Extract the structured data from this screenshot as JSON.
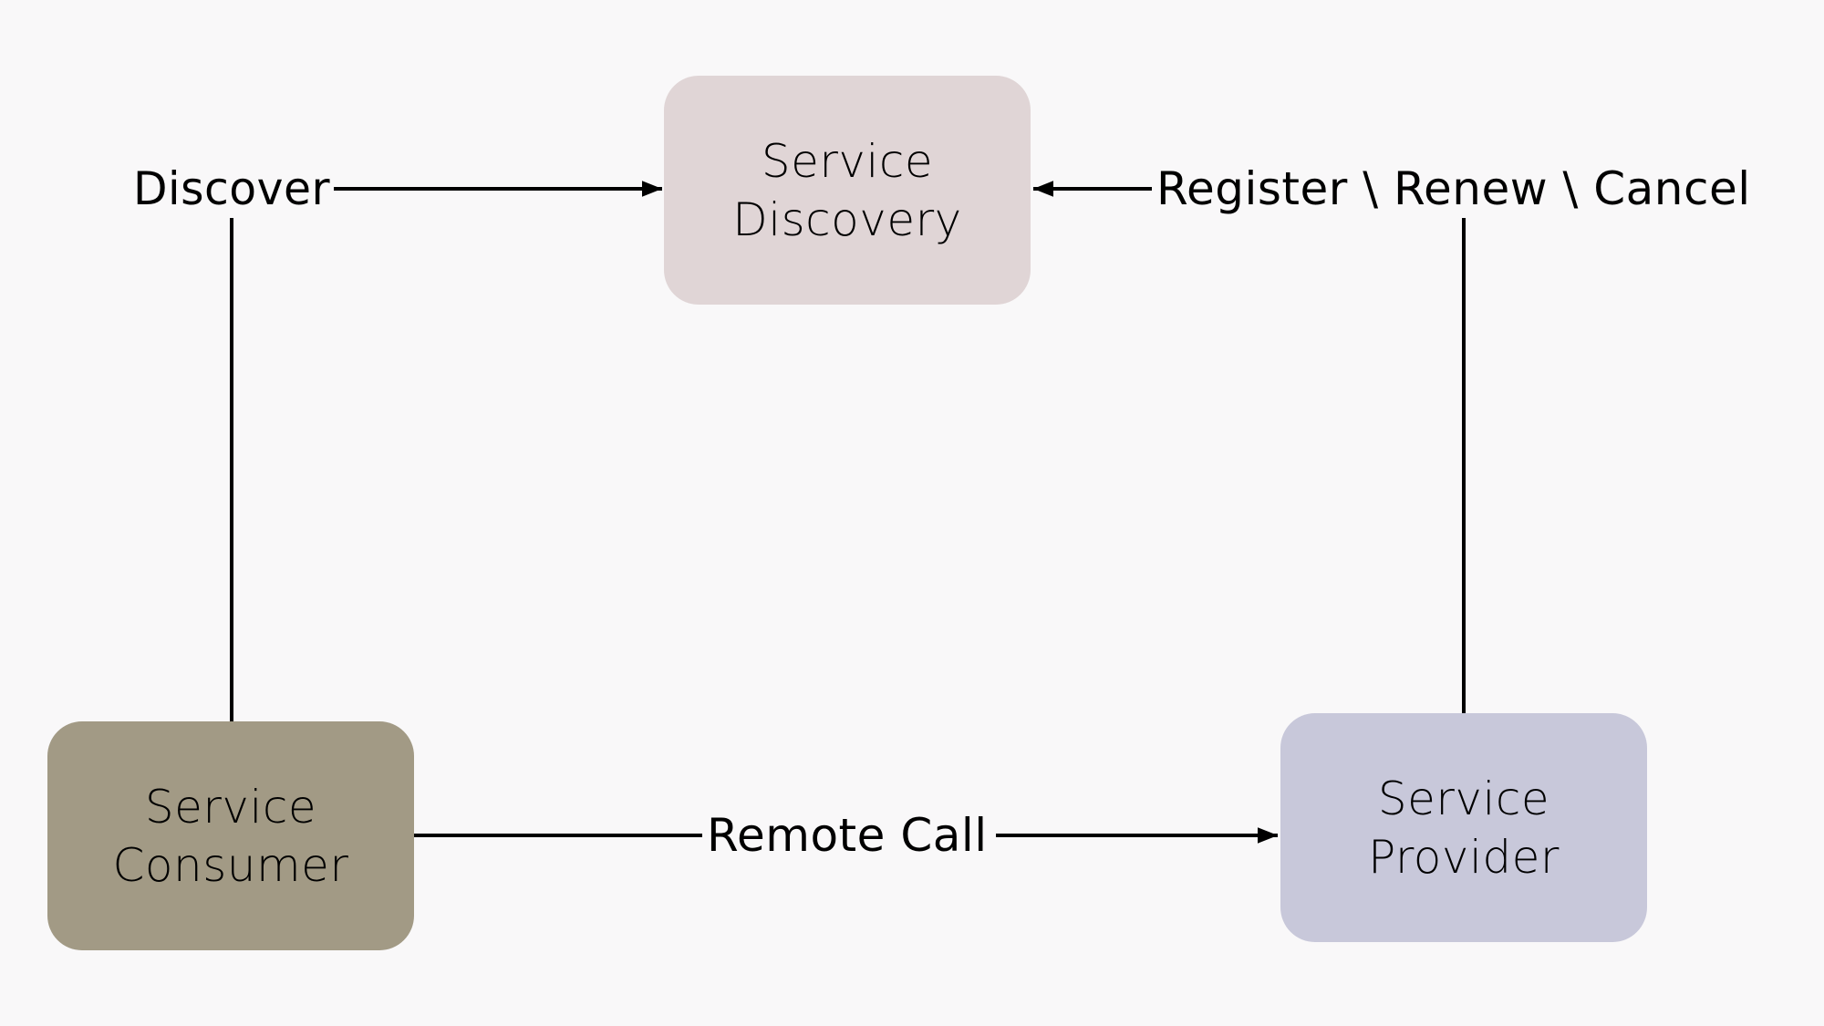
{
  "diagram": {
    "background": "#f9f8f9",
    "nodes": {
      "discovery": {
        "line1": "Service",
        "line2": "Discovery",
        "color": "#e0d5d6"
      },
      "consumer": {
        "line1": "Service",
        "line2": "Consumer",
        "color": "#a29a85"
      },
      "provider": {
        "line1": "Service",
        "line2": "Provider",
        "color": "#c8c8da"
      }
    },
    "edges": {
      "discover": {
        "label": "Discover",
        "from": "Service Consumer",
        "to": "Service Discovery"
      },
      "register": {
        "label": "Register \\ Renew \\ Cancel",
        "from": "Service Provider",
        "to": "Service Discovery"
      },
      "remote_call": {
        "label": "Remote Call",
        "from": "Service Consumer",
        "to": "Service Provider"
      }
    },
    "line_color": "#000000"
  }
}
